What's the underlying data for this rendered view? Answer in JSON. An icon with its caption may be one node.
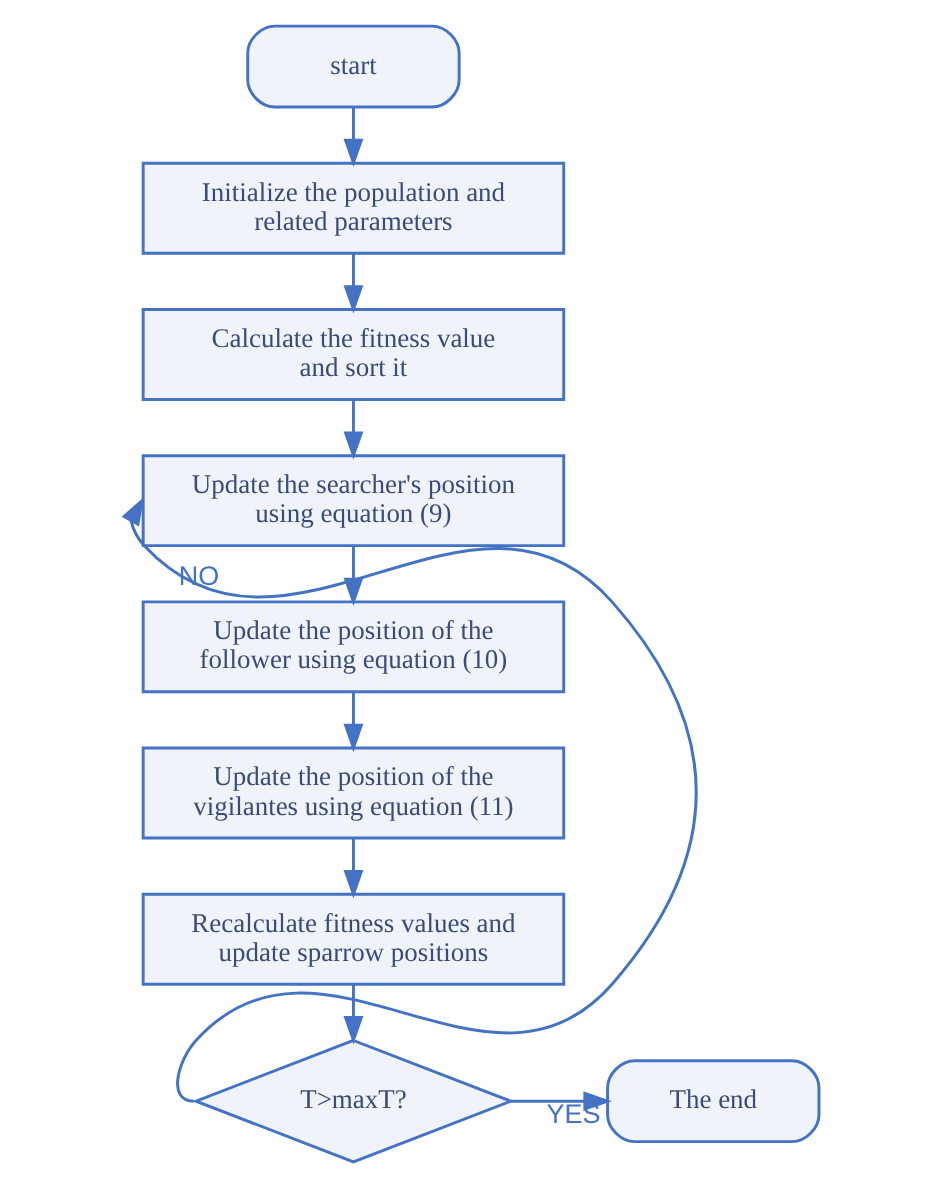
{
  "diagram": {
    "nodes": [
      {
        "text": [
          "start"
        ]
      },
      {
        "text": [
          "Initialize the population and related parameters"
        ]
      },
      {
        "text": [
          "Calculate the fitness value and sort it"
        ]
      },
      {
        "text": [
          "Update the searcher's position using equation (9)"
        ]
      },
      {
        "text": [
          "Update the position of the follower using equation (10)"
        ]
      },
      {
        "text": [
          "Update the position of the vigilantes using equation (11)"
        ]
      },
      {
        "text": [
          "Recalculate fitness values and update sparrow positions"
        ]
      },
      {
        "text": [
          "T>maxT?"
        ]
      },
      {
        "text": [
          "The end"
        ]
      }
    ],
    "edges": [
      {
        "from": 0,
        "to": 1,
        "arrow": "to"
      },
      {
        "from": 1,
        "to": 2,
        "arrow": "to"
      },
      {
        "from": 2,
        "to": 3,
        "arrow": "to"
      },
      {
        "from": 3,
        "to": 4,
        "arrow": "to"
      },
      {
        "from": 4,
        "to": 5,
        "arrow": "to"
      },
      {
        "from": 5,
        "to": 6,
        "arrow": "to"
      },
      {
        "from": 6,
        "to": 7,
        "arrow": "to"
      },
      {
        "from": 7,
        "to": 3,
        "arrow": "to",
        "label": "NO"
      },
      {
        "from": 7,
        "to": 8,
        "arrow": "to",
        "label": "YES"
      }
    ]
  }
}
